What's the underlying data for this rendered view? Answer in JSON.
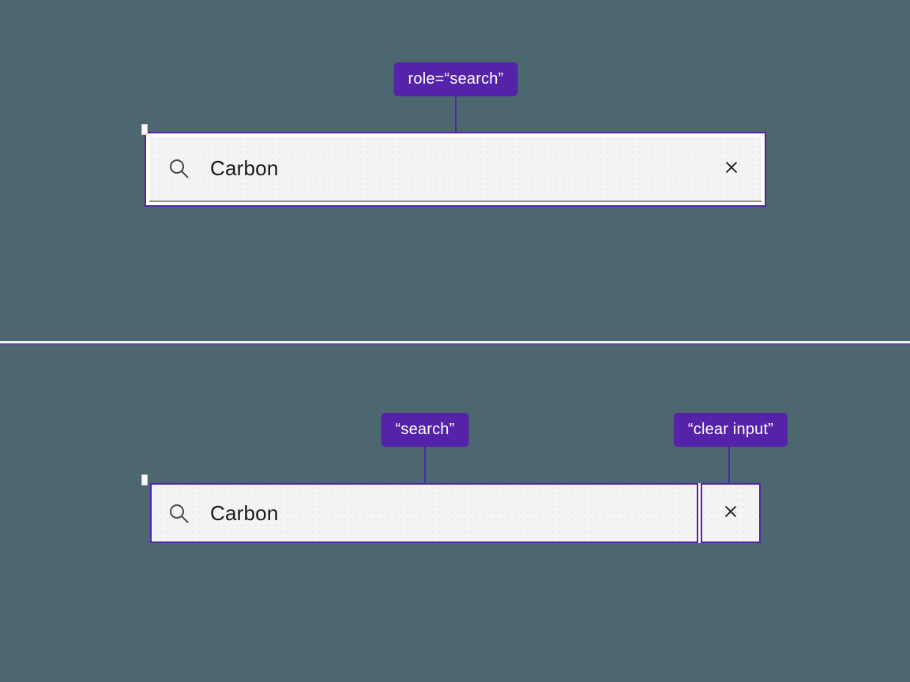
{
  "colors": {
    "background": "#4c6770",
    "annotation_purple": "#5423a8",
    "field_background": "#f4f4f4",
    "field_bottom_border": "#8d8d8d",
    "field_text": "#161616"
  },
  "top_example": {
    "annotation_badge": "role=“search”",
    "search": {
      "value": "Carbon",
      "search_icon": "magnifier",
      "clear_icon": "x-cross"
    }
  },
  "bottom_example": {
    "search_annotation_badge": "“search”",
    "clear_annotation_badge": "“clear input”",
    "search": {
      "value": "Carbon",
      "search_icon": "magnifier",
      "clear_icon": "x-cross"
    }
  }
}
